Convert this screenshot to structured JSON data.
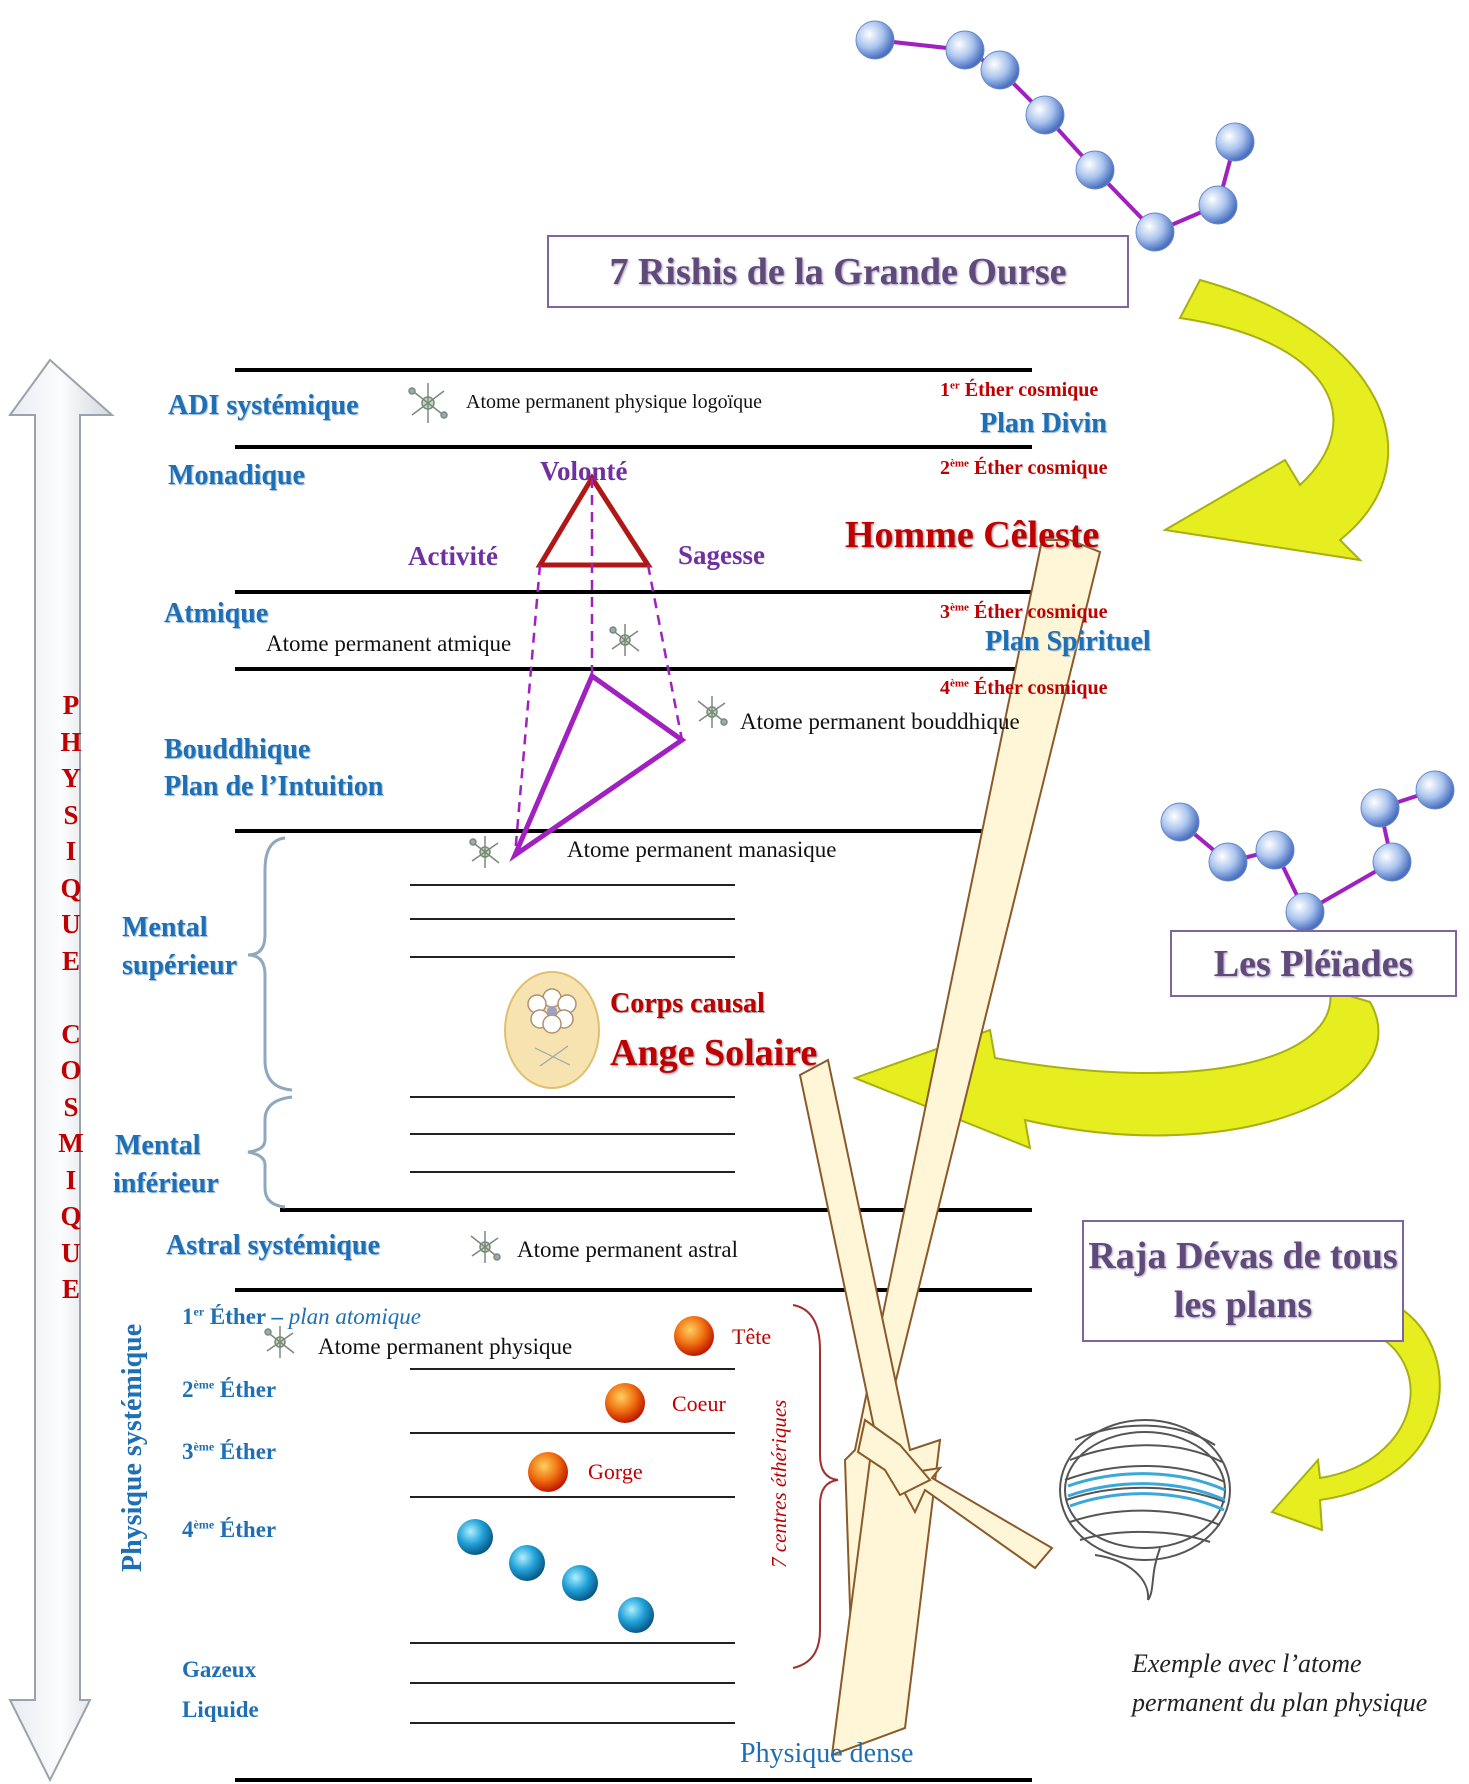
{
  "side_label": {
    "letters": [
      "P",
      "H",
      "Y",
      "S",
      "I",
      "Q",
      "U",
      "E",
      "",
      "C",
      "O",
      "S",
      "M",
      "I",
      "Q",
      "U",
      "E"
    ]
  },
  "boxes": {
    "rishis": "7 Rishis de la Grande Ourse",
    "pleiades": "Les Pléïades",
    "raja_devas": "Raja Dévas de tous les plans"
  },
  "planes": {
    "adi": "ADI systémique",
    "monadique": "Monadique",
    "atmique": "Atmique",
    "bouddhique": "Bouddhique",
    "intuition": "Plan de l’Intuition",
    "mental_sup_1": "Mental",
    "mental_sup_2": "supérieur",
    "mental_inf_1": "Mental",
    "mental_inf_2": "inférieur",
    "astral": "Astral systémique",
    "physique_systemique": "Physique systémique"
  },
  "ethers": {
    "e1_num": "1",
    "e1_sup": "er",
    "e1_text": " Éther cosmique",
    "e2_num": "2",
    "e2_sup": "ème",
    "e2_text": " Éther cosmique",
    "e3_num": "3",
    "e3_sup": "ème",
    "e3_text": " Éther cosmique",
    "e4_num": "4",
    "e4_sup": "ème",
    "e4_text": " Éther cosmique",
    "plan_divin": "Plan Divin",
    "plan_spirituel": "Plan Spirituel"
  },
  "atoms": {
    "logoique": "Atome permanent physique logoïque",
    "atmique": "Atome permanent atmique",
    "bouddhique": "Atome permanent bouddhique",
    "manasique": "Atome permanent manasique",
    "astral": "Atome permanent astral",
    "physique": "Atome permanent physique"
  },
  "triangle": {
    "volonte": "Volonté",
    "activite": "Activité",
    "sagesse": "Sagesse"
  },
  "homme_celeste": "Homme Cêleste",
  "corps_causal": "Corps causal",
  "ange_solaire": "Ange Solaire",
  "physical": {
    "ether1_num": "1",
    "ether1_sup": "er",
    "ether1_text": " Éther – ",
    "ether1_italic": "plan atomique",
    "ether2_num": "2",
    "ether2_sup": "ème",
    "ether2_text": " Éther",
    "ether3_num": "3",
    "ether3_sup": "ème",
    "ether3_text": " Éther",
    "ether4_num": "4",
    "ether4_sup": "ème",
    "ether4_text": " Éther",
    "gazeux": "Gazeux",
    "liquide": "Liquide",
    "physique_dense": "Physique dense"
  },
  "centers": {
    "tete": "Tête",
    "coeur": "Coeur",
    "gorge": "Gorge",
    "group_label": "7 centres éthériques"
  },
  "caption": "Exemple avec l’atome permanent du plan physique",
  "colors": {
    "plane_blue": "#1f6fb5",
    "ether_red": "#c00000",
    "triangle_purple": "#a020c0",
    "arrow_yellow": "#e6ee20",
    "box_border": "#8064a2"
  }
}
